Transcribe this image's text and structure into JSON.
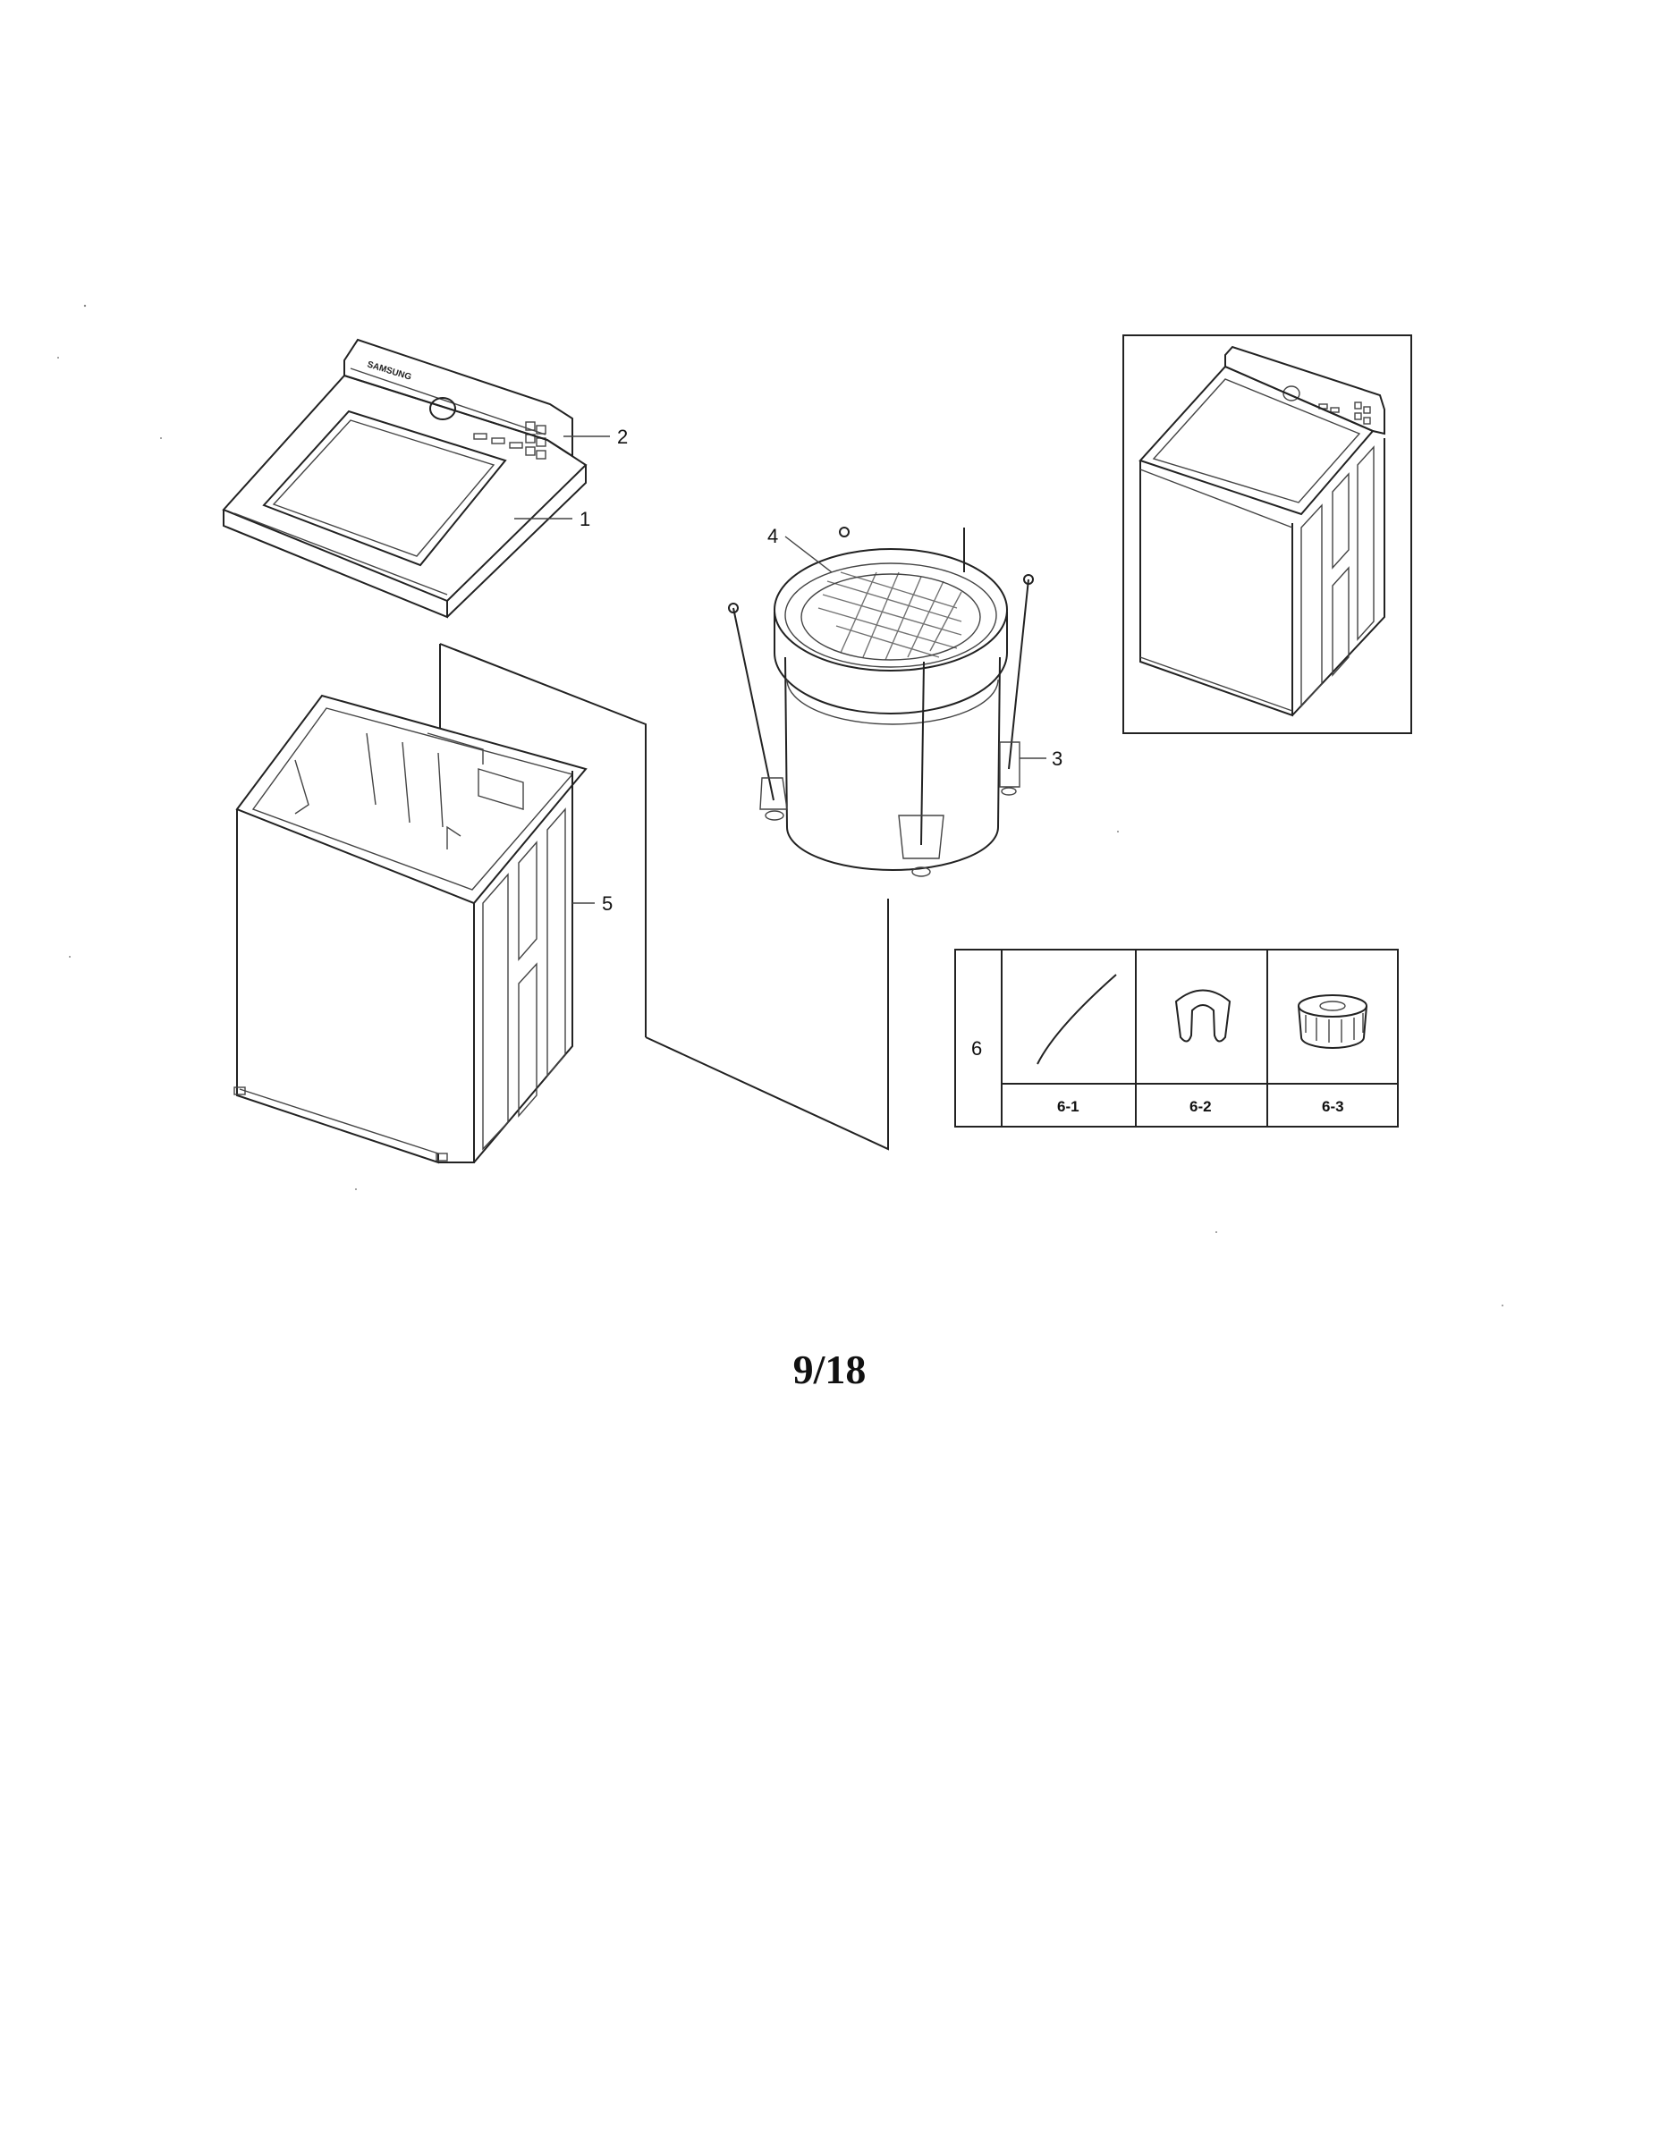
{
  "parts": {
    "callouts": {
      "part_1": "1",
      "part_2": "2",
      "part_3": "3",
      "part_4": "4",
      "part_5": "5",
      "part_6": "6"
    },
    "kit_table": {
      "group_label": "6",
      "items": [
        "6-1",
        "6-2",
        "6-3"
      ]
    },
    "brand_mark": "SAMSUNG"
  },
  "footer": {
    "page": "9/18"
  }
}
